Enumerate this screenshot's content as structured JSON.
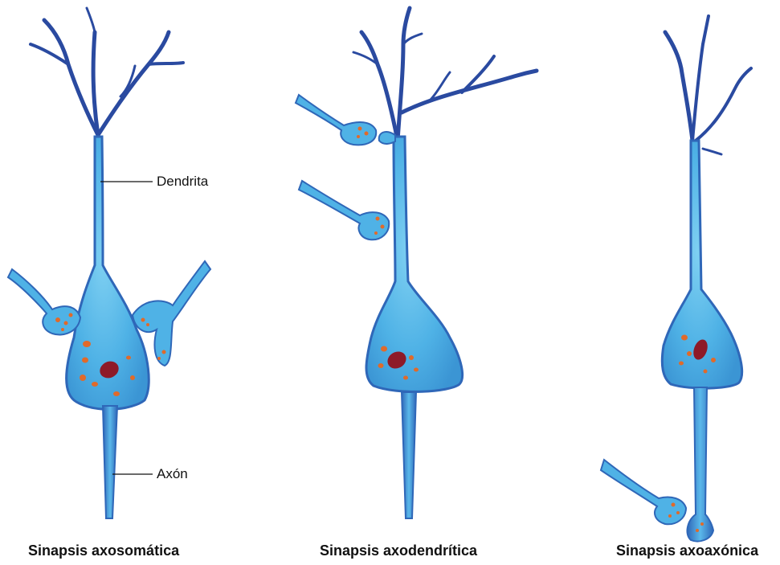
{
  "labels": {
    "dendrite": "Dendrita",
    "axon": "Axón"
  },
  "captions": {
    "axosomatic": "Sinapsis axosomática",
    "axodendritic": "Sinapsis axodendrítica",
    "axoaxonic": "Sinapsis axoaxónica"
  },
  "colors": {
    "background": "#ffffff",
    "neuron_fill": "#4fb2e6",
    "neuron_outline": "#2f67b8",
    "dendrite_tips": "#2a4aa0",
    "nucleus": "#8e1a28",
    "vesicles": "#e06a2a",
    "text": "#111111"
  }
}
